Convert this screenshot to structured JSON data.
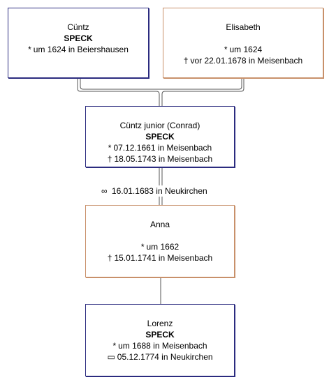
{
  "people": {
    "father": {
      "given": "Cüntz",
      "surname": "SPECK",
      "birth_symbol": "*",
      "birth": "um 1624 in Beiershausen"
    },
    "mother": {
      "given": "Elisabeth",
      "birth_symbol": "*",
      "birth": "um 1624",
      "death_symbol": "†",
      "death": "vor 22.01.1678 in Meisenbach"
    },
    "subject": {
      "given": "Cüntz junior (Conrad)",
      "surname": "SPECK",
      "birth_symbol": "*",
      "birth": "07.12.1661 in Meisenbach",
      "death_symbol": "†",
      "death": "18.05.1743 in Meisenbach"
    },
    "marriage": {
      "symbol": "∞",
      "text": "16.01.1683 in Neukirchen"
    },
    "spouse": {
      "given": "Anna",
      "birth_symbol": "*",
      "birth": "um 1662",
      "death_symbol": "†",
      "death": "15.01.1741 in Meisenbach"
    },
    "child": {
      "given": "Lorenz",
      "surname": "SPECK",
      "birth_symbol": "*",
      "birth": "um 1688 in Meisenbach",
      "burial_symbol": "▭",
      "burial": "05.12.1774 in Neukirchen"
    }
  },
  "colors": {
    "male_border": "#2b2b7f",
    "female_border": "#c8906a",
    "connector": "#555555"
  }
}
